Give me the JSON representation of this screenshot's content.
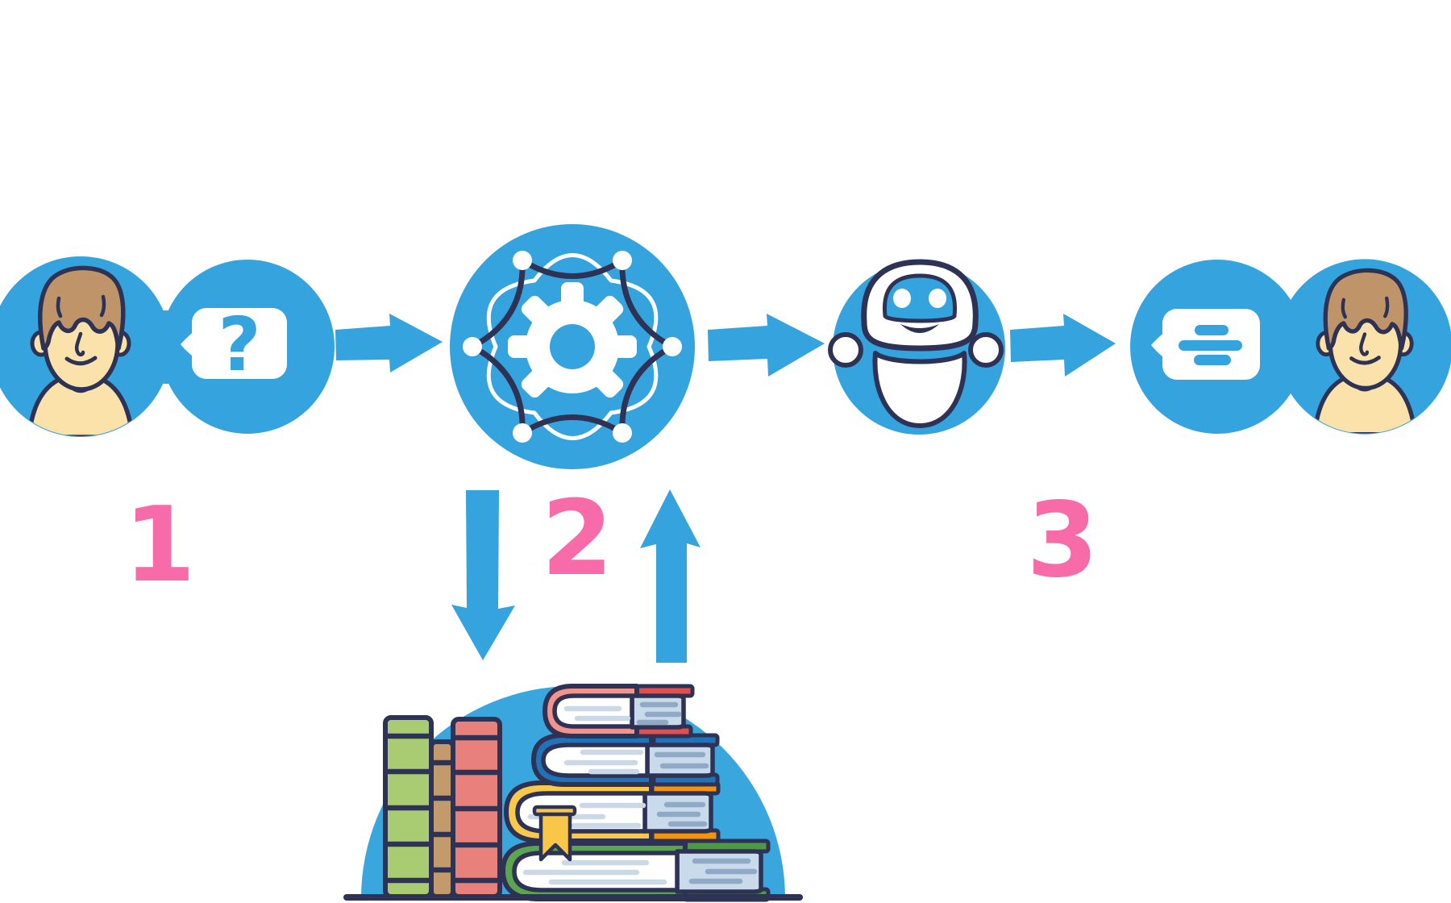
{
  "diagram": {
    "type": "process-flow",
    "question_mark": "?",
    "steps": [
      {
        "number": "1",
        "icons": [
          "user-avatar-icon",
          "question-bubble-icon",
          "arrow-right-icon"
        ]
      },
      {
        "number": "2",
        "icons": [
          "gear-network-icon",
          "arrow-down-icon",
          "arrow-up-icon",
          "knowledge-books-icon",
          "arrow-right-icon"
        ]
      },
      {
        "number": "3",
        "icons": [
          "robot-icon",
          "arrow-right-icon",
          "answer-bubble-icon",
          "user-avatar-icon"
        ]
      }
    ],
    "answer_bubble_line_count": 3
  },
  "colors": {
    "primary_blue": "#35A3DE",
    "dome_blue": "#3AA6DE",
    "outline_navy": "#2E3355",
    "step_number_pink": "#F66BA8",
    "skin": "#FBE2AB",
    "hair_brown": "#BF9468",
    "book_salmon": "#F2948B",
    "book_red_edge": "#E64E4B",
    "book_blue": "#2173B9",
    "book_yellow": "#F9C94E",
    "book_orange_edge": "#F5930B",
    "book_green": "#5BA450",
    "book_green_edge": "#4E9847",
    "shelf_book_green": "#A9CC72",
    "shelf_book_brown": "#C39A6B",
    "shelf_book_red": "#E8817B",
    "page_edge_blue": "#C9DAEB",
    "bookmark_yellow": "#F8C74A"
  }
}
